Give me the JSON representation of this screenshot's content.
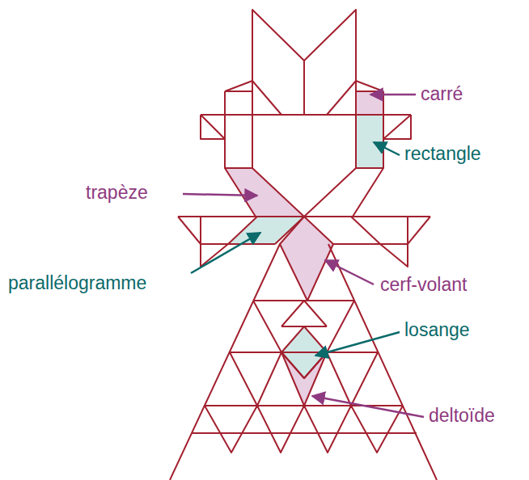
{
  "diagram": {
    "labels": [
      "carré",
      "rectangle",
      "trapèze",
      "parallélogramme",
      "cerf-volant",
      "losange",
      "deltoïde"
    ]
  }
}
